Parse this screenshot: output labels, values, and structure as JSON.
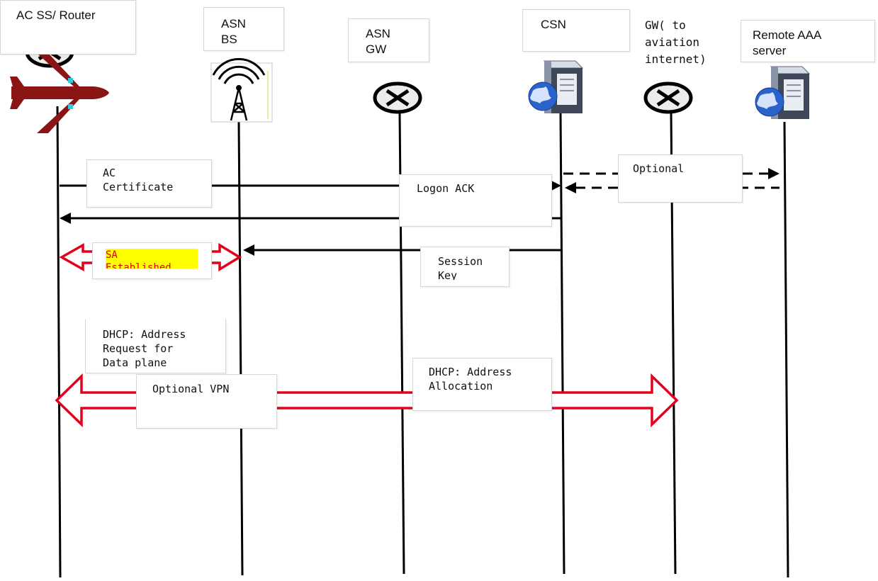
{
  "entities": [
    {
      "id": "ac-ss-router",
      "label": "AC SS/ Router",
      "icon": "airplane-icon"
    },
    {
      "id": "asn-bs",
      "label": "ASN\nBS",
      "icon": "antenna-tower-icon"
    },
    {
      "id": "asn-gw",
      "label": "ASN\nGW",
      "icon": "router-icon"
    },
    {
      "id": "csn",
      "label": "CSN",
      "icon": "server-globe-icon"
    },
    {
      "id": "gw-internet",
      "label": "GW( to\naviation\ninternet)",
      "icon": "router-icon"
    },
    {
      "id": "remote-aaa",
      "label": "Remote AAA\nserver",
      "icon": "server-globe-icon"
    }
  ],
  "messages": {
    "ac_certificate": "AC\nCertificate",
    "logon_ack": "Logon ACK",
    "optional": "Optional",
    "sa_established": "SA\nEstablished",
    "session_key": "Session\nKey",
    "dhcp_request": "DHCP: Address\nRequest for\nData plane",
    "optional_vpn": "Optional VPN",
    "dhcp_allocation": "DHCP: Address\nAllocation"
  },
  "colors": {
    "line": "#000000",
    "highlight_arrow": "#e3001b",
    "airplane": "#8b1414",
    "sa_background": "#ffff00",
    "sa_text": "#e00000"
  }
}
